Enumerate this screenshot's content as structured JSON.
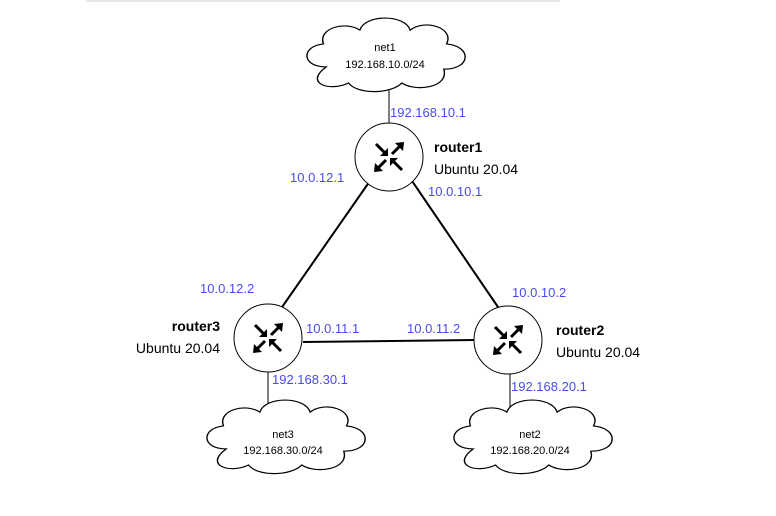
{
  "routers": [
    {
      "id": "router1",
      "name": "router1",
      "os": "Ubuntu 20.04",
      "icon": "router-icon"
    },
    {
      "id": "router2",
      "name": "router2",
      "os": "Ubuntu 20.04",
      "icon": "router-icon"
    },
    {
      "id": "router3",
      "name": "router3",
      "os": "Ubuntu 20.04",
      "icon": "router-icon"
    }
  ],
  "networks": [
    {
      "id": "net1",
      "name": "net1",
      "subnet": "192.168.10.0/24",
      "icon": "cloud-icon"
    },
    {
      "id": "net2",
      "name": "net2",
      "subnet": "192.168.20.0/24",
      "icon": "cloud-icon"
    },
    {
      "id": "net3",
      "name": "net3",
      "subnet": "192.168.30.0/24",
      "icon": "cloud-icon"
    }
  ],
  "interfaces": {
    "r1_net1": "192.168.10.1",
    "r1_r3": "10.0.12.1",
    "r1_r2": "10.0.10.1",
    "r2_r1": "10.0.10.2",
    "r2_r3": "10.0.11.2",
    "r2_net2": "192.168.20.1",
    "r3_r1": "10.0.12.2",
    "r3_r2": "10.0.11.1",
    "r3_net3": "192.168.30.1"
  },
  "colors": {
    "ip_label": "#4a4af0",
    "line": "#000000",
    "background": "#ffffff"
  }
}
